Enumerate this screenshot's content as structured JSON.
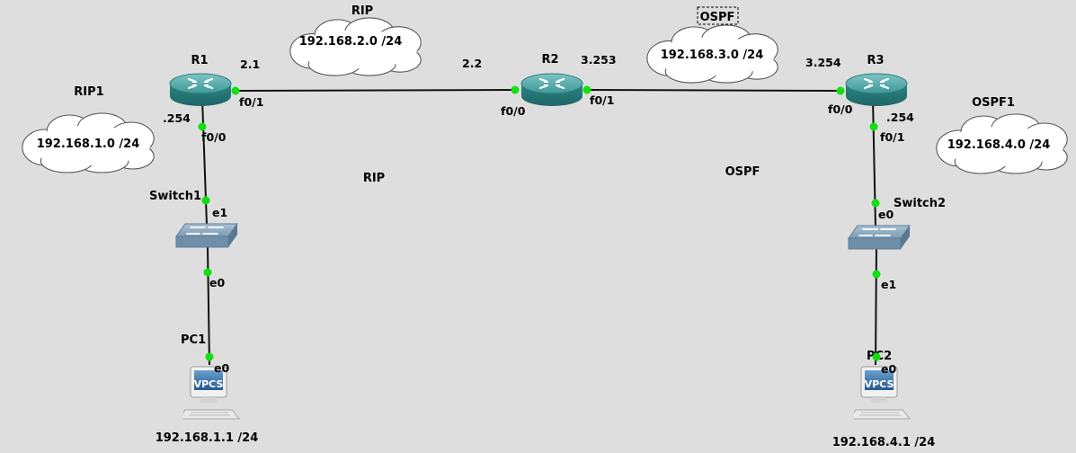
{
  "nodes": {
    "r1": {
      "name": "R1"
    },
    "r2": {
      "name": "R2"
    },
    "r3": {
      "name": "R3"
    },
    "switch1": {
      "name": "Switch1"
    },
    "switch2": {
      "name": "Switch2"
    },
    "pc1": {
      "name": "PC1",
      "badge": "VPCS",
      "address": "192.168.1.1 /24"
    },
    "pc2": {
      "name": "PC2",
      "badge": "VPCS",
      "address": "192.168.4.1 /24"
    }
  },
  "clouds": {
    "rip_top": {
      "title": "RIP",
      "network": "192.168.2.0 /24"
    },
    "ospf_top": {
      "title": "OSPF",
      "network": "192.168.3.0 /24"
    },
    "rip1": {
      "title": "RIP1",
      "network": "192.168.1.0 /24"
    },
    "ospf1": {
      "title": "OSPF1",
      "network": "192.168.4.0 /24"
    }
  },
  "areas": {
    "rip": "RIP",
    "ospf": "OSPF"
  },
  "ports": {
    "r1_f01": "f0/1",
    "r1_f00": "f0/0",
    "r2_f00": "f0/0",
    "r2_f01": "f0/1",
    "r3_f00": "f0/0",
    "r3_f01": "f0/1",
    "sw1_e1": "e1",
    "sw1_e0": "e0",
    "sw2_e0": "e0",
    "sw2_e1": "e1",
    "pc1_e0": "e0",
    "pc2_e0": "e0"
  },
  "ips": {
    "r1_lan": ".254",
    "r1_wan": "2.1",
    "r2_left": "2.2",
    "r2_right": "3.253",
    "r3_wan": "3.254",
    "r3_lan": ".254"
  },
  "colors": {
    "port_up": "#10e010",
    "router": "#3a9a9a",
    "switch": "#7b9bb5",
    "background": "#dedede"
  }
}
